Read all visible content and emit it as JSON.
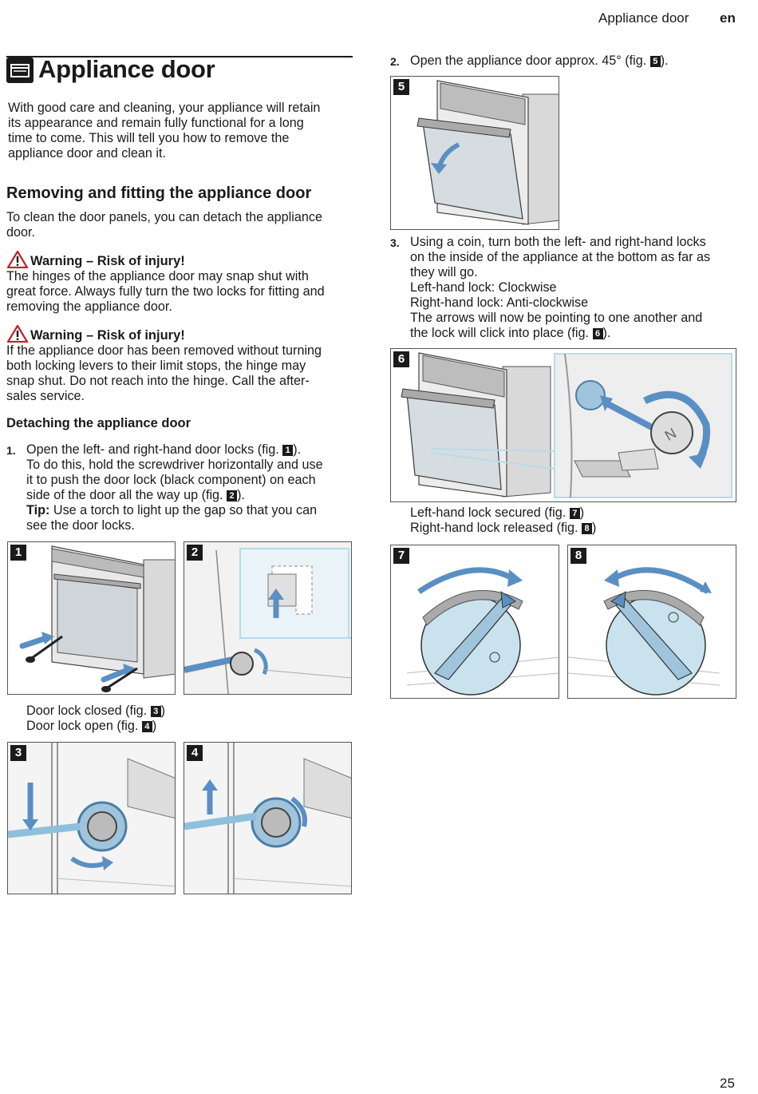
{
  "header": {
    "section": "Appliance door",
    "lang": "en"
  },
  "title": "Appliance door",
  "intro": [
    "With good care and cleaning, your appliance will retain",
    "its appearance and remain fully functional for a long",
    "time to come. This will tell you how to remove the",
    "appliance door and clean it."
  ],
  "section_heading": "Removing and fitting the appliance door",
  "section_intro": [
    "To clean the door panels, you can detach the appliance",
    "door."
  ],
  "warning1": {
    "title": "Warning – Risk of injury!",
    "lines": [
      "The hinges of the appliance door may snap shut with",
      "great force. Always fully turn the two locks for fitting and",
      "removing the appliance door."
    ]
  },
  "warning2": {
    "title": "Warning – Risk of injury!",
    "lines": [
      "If the appliance door has been removed without turning",
      "both locking levers to their limit stops, the hinge may",
      "snap shut. Do not reach into the hinge. Call the after-",
      "sales service."
    ]
  },
  "subheading": "Detaching the appliance door",
  "step1": {
    "num": "1.",
    "line1_pre": "Open the left- and right-hand door locks (fig. ",
    "line1_ref": "1",
    "line1_post": ").",
    "line2": "To do this, hold the screwdriver horizontally and use",
    "line3": "it to push the door lock (black component) on each",
    "line4_pre": "side of the door all the way up (fig. ",
    "line4_ref": "2",
    "line4_post": ").",
    "tip_label": "Tip:",
    "tip_text": " Use a torch to light up the gap so that you can",
    "tip_line2": "see the door locks."
  },
  "lock_notes1": {
    "closed_pre": "Door lock closed (fig. ",
    "closed_ref": "3",
    "closed_post": ")",
    "open_pre": "Door lock open (fig. ",
    "open_ref": "4",
    "open_post": ")"
  },
  "step2": {
    "num": "2.",
    "pre": "Open the appliance door approx. 45° (fig. ",
    "ref": "5",
    "post": ")."
  },
  "step3": {
    "num": "3.",
    "lines": [
      "Using a coin, turn both the left- and right-hand locks",
      "on the inside of the appliance at the bottom as far as",
      "they will go.",
      "Left-hand lock: Clockwise",
      "Right-hand lock: Anti-clockwise",
      "The arrows will now be pointing to one another and"
    ],
    "last_pre": "the lock will click into place (fig. ",
    "last_ref": "6",
    "last_post": ")."
  },
  "lock_notes2": {
    "left_pre": "Left-hand lock secured (fig. ",
    "left_ref": "7",
    "left_post": ")",
    "right_pre": "Right-hand lock released (fig. ",
    "right_ref": "8",
    "right_post": ")"
  },
  "figures": {
    "f1": "1",
    "f2": "2",
    "f3": "3",
    "f4": "4",
    "f5": "5",
    "f6": "6",
    "f7": "7",
    "f8": "8"
  },
  "page_number": "25",
  "colors": {
    "arrow_blue": "#5a8fc4",
    "light_blue": "#b8dbe8",
    "grey": "#c8c8c8"
  }
}
